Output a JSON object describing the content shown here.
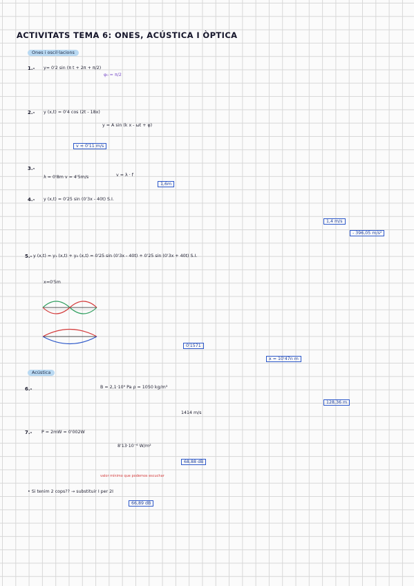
{
  "title": "ACTIVITATS TEMA 6: ONES, ACÚSTICA I ÒPTICA",
  "sections": {
    "ones": "Ones i oscil·lacions",
    "acustica": "Acústica"
  },
  "problems": {
    "p1": {
      "num": "1.-",
      "eq": "y= 0'2 sin (π t + 2π + π/2)",
      "ans": "φ₀ = π/2"
    },
    "p2": {
      "num": "2.-",
      "eq": "y (x,t) = 0'4 cos (2t - 18x)",
      "eq2": "y = A sin (k x - ωt + φ)",
      "ans": "v = 0'11 m/s"
    },
    "p3": {
      "num": "3.-",
      "given": "λ = 0'8m   v = 4'5m/s",
      "eq": "v = λ · f",
      "ans": "1,6m"
    },
    "p4": {
      "num": "4.-",
      "eq": "y (x,t) = 0'25 sin (0'3x - 40t)  S.I.",
      "ans1": "1,4 m/s",
      "ans2": "- 396,05 m/s²"
    },
    "p5": {
      "num": "5.-",
      "eq": "y (x,t) = y₁ (x,t) + y₂ (x,t) = 0'25 sin (0'3x - 40t) + 0'25 sin (0'3x + 40t)  S.I.",
      "ans1": "x=0'5m",
      "ans2": "0'1571",
      "ans3": "x = 10'47n  m"
    },
    "p6": {
      "num": "6.-",
      "given": "B = 2,1·10⁹ Pa   ρ = 1050 kg/m³",
      "ans1": "1414 m/s",
      "ans2": "128,36 m"
    },
    "p7": {
      "num": "7.-",
      "given": "P = 2mW = 0'002W",
      "ans1": "8'13·10⁻⁶ W/m²",
      "ans2": "68,88 dB",
      "note": "valor mínimo que podemos escuchar"
    },
    "p8": {
      "head": "• Si tenim 2 cops?? → substituir I per 2I",
      "ans": "66,89 dB"
    }
  }
}
